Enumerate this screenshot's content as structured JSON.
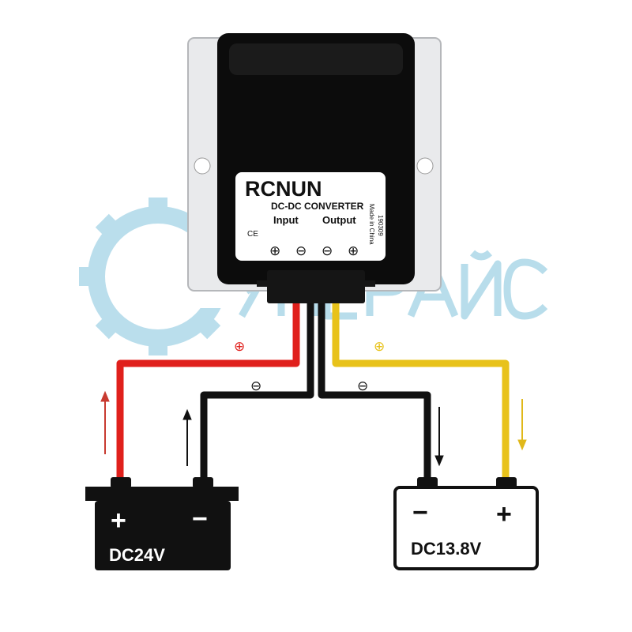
{
  "watermark": {
    "text": "СУПЕРАЙС",
    "color": "#7fc3dc"
  },
  "converter": {
    "brand": "RCNUN",
    "model": "DC-DC CONVERTER",
    "input_label": "Input",
    "output_label": "Output",
    "ce_mark": "CE",
    "made_in": "Made in China",
    "code": "190309",
    "terminals": [
      "⊕",
      "⊖",
      "⊖",
      "⊕"
    ]
  },
  "wires": {
    "input_positive": {
      "symbol": "⊕",
      "color": "#e0201c"
    },
    "input_negative": {
      "symbol": "⊖",
      "color": "#111111"
    },
    "output_negative": {
      "symbol": "⊖",
      "color": "#111111"
    },
    "output_positive": {
      "symbol": "⊕",
      "color": "#e8c21a"
    }
  },
  "batteries": {
    "input": {
      "label": "DC24V",
      "plus": "+",
      "minus": "−"
    },
    "output": {
      "label": "DC13.8V",
      "plus": "+",
      "minus": "−"
    }
  }
}
